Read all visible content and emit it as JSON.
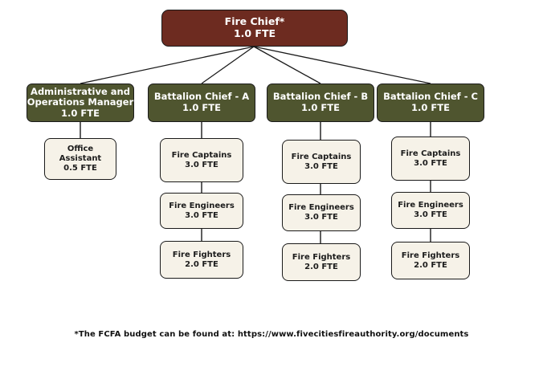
{
  "diagram": {
    "type": "org-chart",
    "title_node": "Fire Chief*",
    "colors": {
      "root_fill": "#6d2b20",
      "level2_fill": "#4f552f",
      "leaf_fill": "#f6f2e8",
      "border": "#1a1a1a",
      "background": "#ffffff",
      "connector": "#1a1a1a"
    },
    "nodes": {
      "fire_chief": {
        "title": "Fire Chief*",
        "fte": "1.0 FTE"
      },
      "admin_manager": {
        "title_line1": "Administrative and",
        "title_line2": "Operations Manager",
        "fte": "1.0 FTE"
      },
      "office_assistant": {
        "title_line1": "Office",
        "title_line2": "Assistant",
        "fte": "0.5 FTE"
      },
      "battalion_a": {
        "title": "Battalion Chief - A",
        "fte": "1.0 FTE"
      },
      "battalion_b": {
        "title": "Battalion Chief - B",
        "fte": "1.0 FTE"
      },
      "battalion_c": {
        "title": "Battalion Chief - C",
        "fte": "1.0 FTE"
      },
      "captains_a": {
        "title": "Fire Captains",
        "fte": "3.0 FTE"
      },
      "engineers_a": {
        "title": "Fire Engineers",
        "fte": "3.0 FTE"
      },
      "fighters_a": {
        "title": "Fire Fighters",
        "fte": "2.0 FTE"
      },
      "captains_b": {
        "title": "Fire Captains",
        "fte": "3.0 FTE"
      },
      "engineers_b": {
        "title": "Fire Engineers",
        "fte": "3.0 FTE"
      },
      "fighters_b": {
        "title": "Fire Fighters",
        "fte": "2.0 FTE"
      },
      "captains_c": {
        "title": "Fire Captains",
        "fte": "3.0 FTE"
      },
      "engineers_c": {
        "title": "Fire Engineers",
        "fte": "3.0 FTE"
      },
      "fighters_c": {
        "title": "Fire Fighters",
        "fte": "2.0 FTE"
      }
    },
    "footnote": "*The FCFA budget can be found at: https://www.fivecitiesfireauthority.org/documents"
  }
}
